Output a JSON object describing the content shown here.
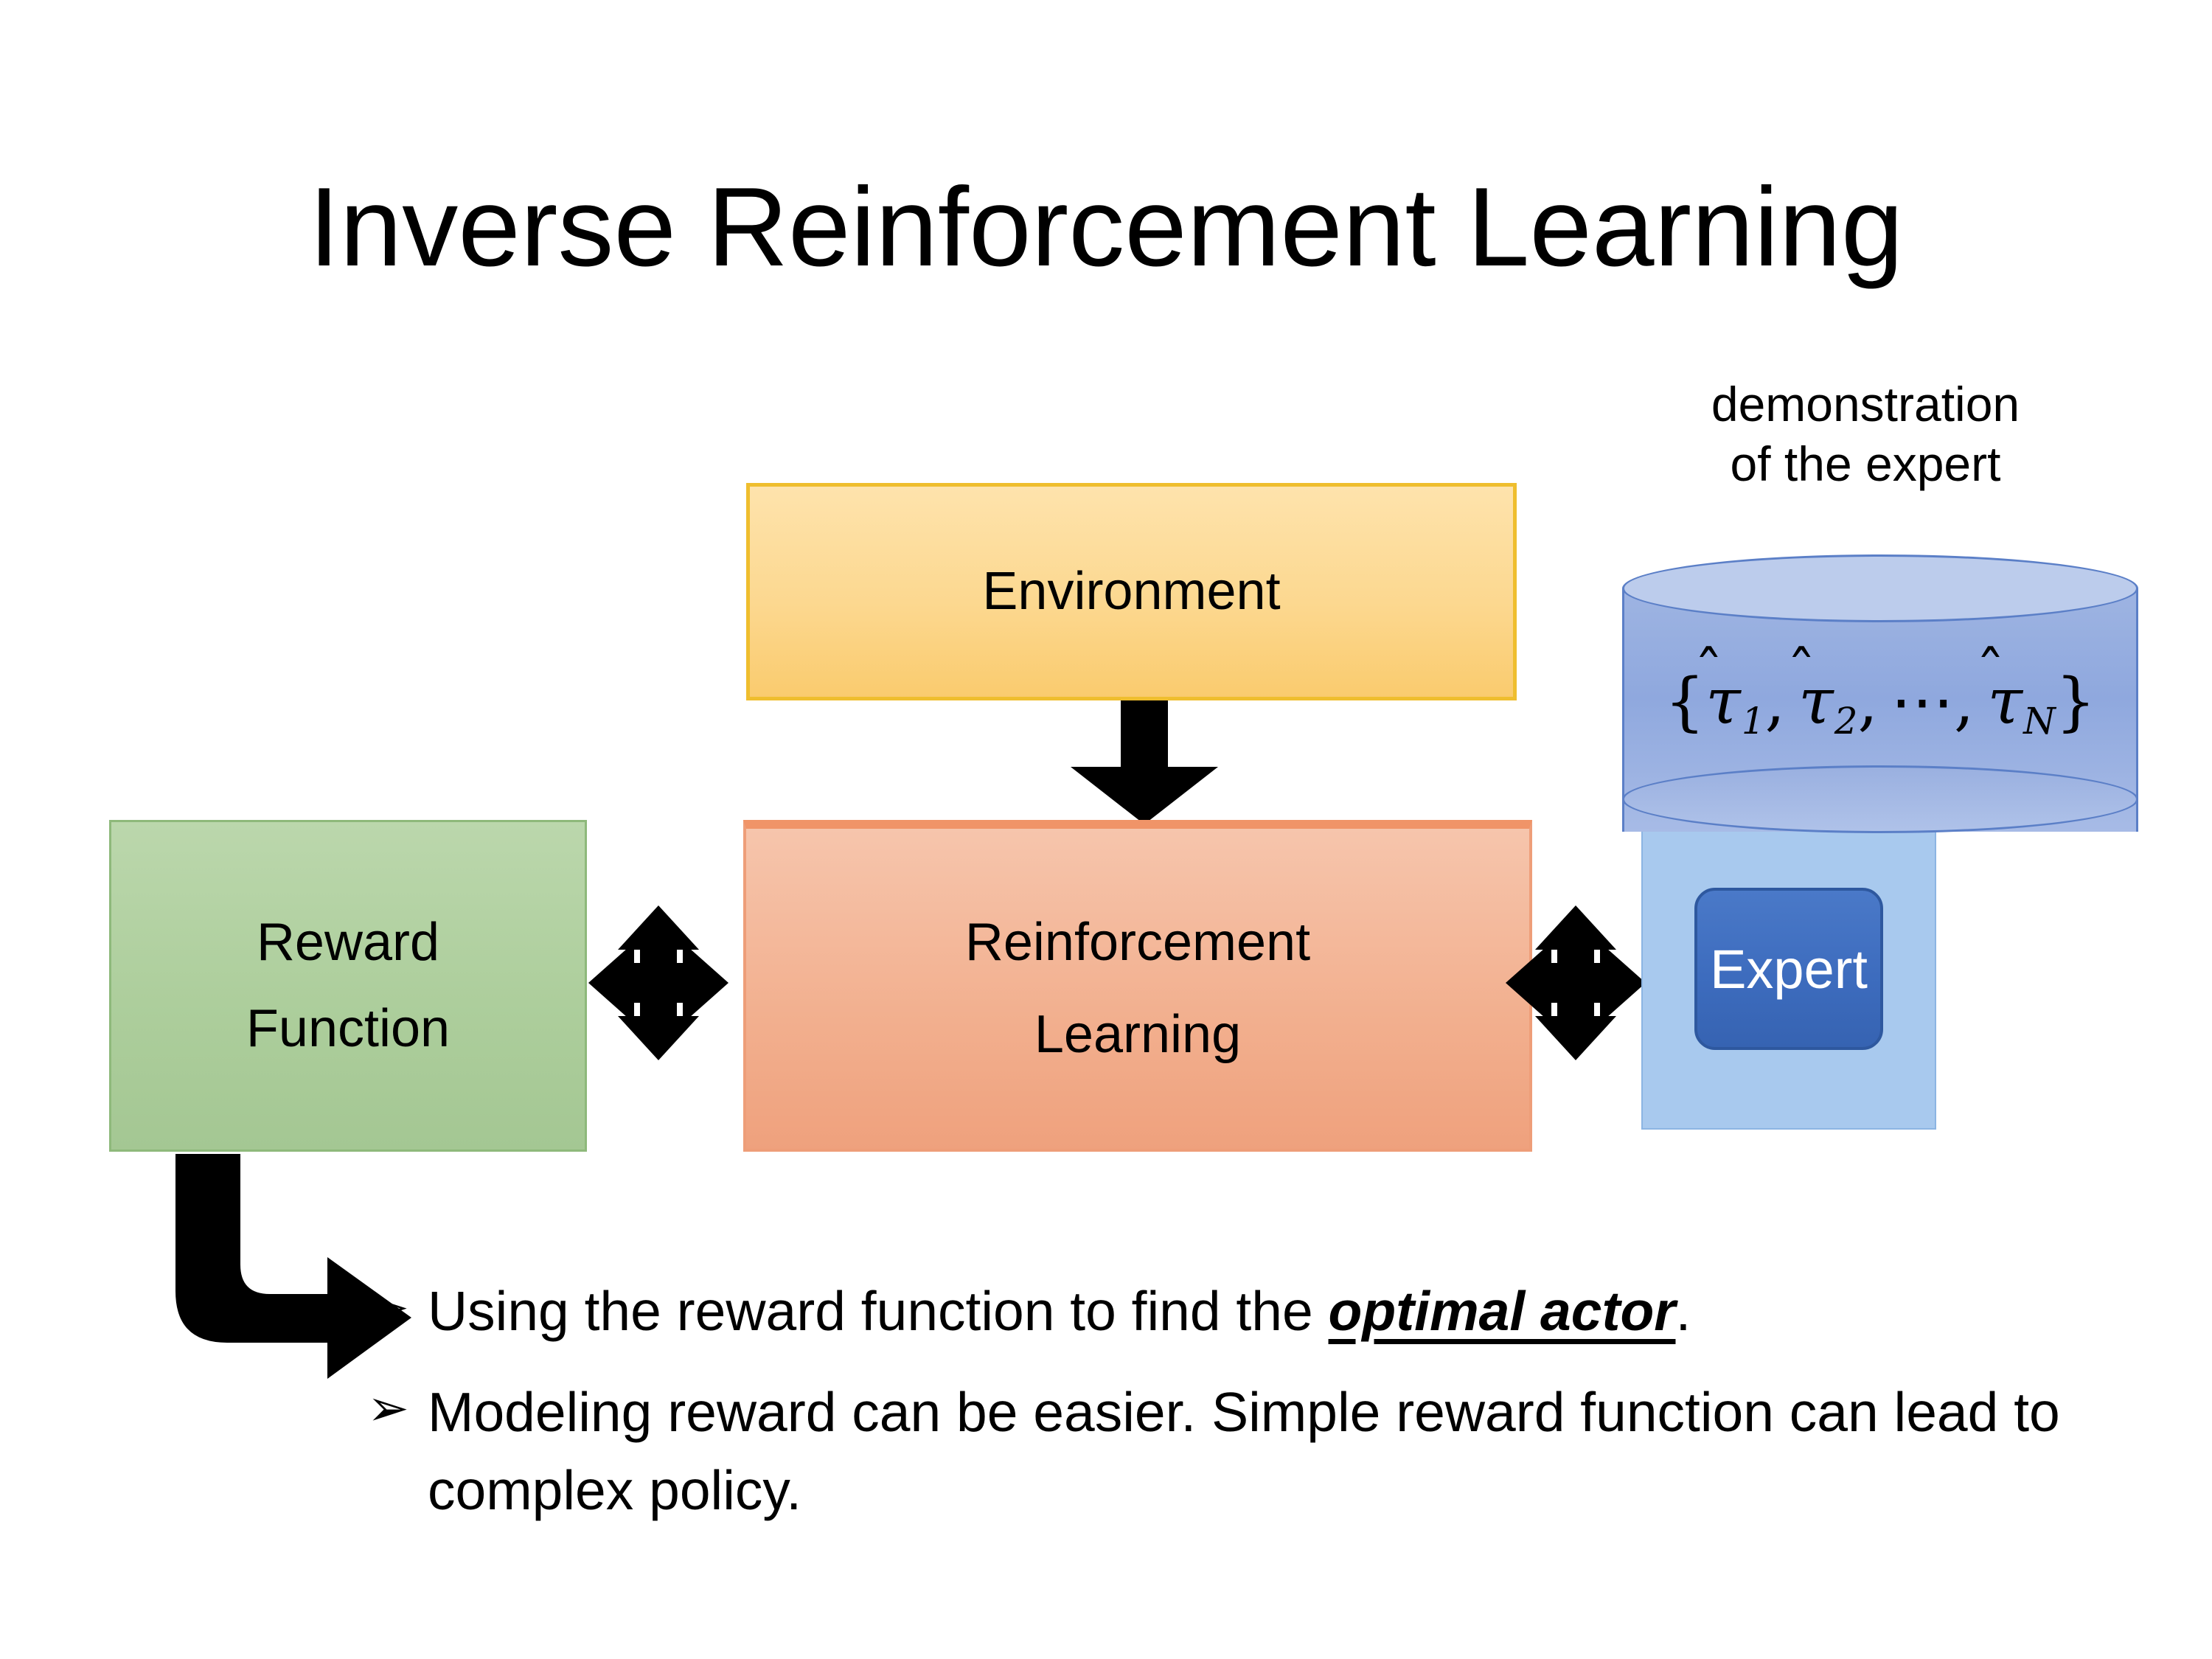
{
  "slide": {
    "title": "Inverse Reinforcement Learning",
    "background_color": "#FFFFFF"
  },
  "diagram": {
    "environment_box": {
      "label": "Environment",
      "fill_color": "#FCD890",
      "border_color": "#EFBE2E"
    },
    "reinforcement_learning_box": {
      "label_line1": "Reinforcement",
      "label_line2": "Learning",
      "fill_color": "#F2AF8E",
      "border_color": "#EE9E79"
    },
    "reward_function_box": {
      "label_line1": "Reward",
      "label_line2": "Function",
      "fill_color": "#ADCE9C",
      "border_color": "#8EB97B"
    },
    "demonstration": {
      "caption_line1": "demonstration",
      "caption_line2": "of the expert",
      "cylinder_fill_color": "#8FA8DE",
      "cylinder_border_color": "#5B7FC7",
      "set_open_brace": "{",
      "set_close_brace": "}",
      "tau_symbol": "τ",
      "hat_symbol": "̂",
      "item1_subscript": "1",
      "item2_subscript": "2",
      "ellipsis": "⋯",
      "itemN_subscript": "N",
      "comma": ","
    },
    "expert": {
      "label": "Expert",
      "panel_color": "#A8C9EE",
      "button_color": "#3D6CBE",
      "text_color": "#FFFFFF"
    },
    "arrows": {
      "env_to_rl": "down-arrow",
      "reward_rl_link": "four-way-double-arrow",
      "rl_expert_link": "four-way-double-arrow",
      "reward_to_bullet": "elbow-arrow",
      "color": "#000000"
    }
  },
  "bullets": {
    "marker": "➢",
    "items": [
      {
        "text_before": "Using the reward function to find the ",
        "emphasis": "optimal actor",
        "text_after": "."
      },
      {
        "text_before": "Modeling reward can be easier. Simple reward function can lead to complex policy.",
        "emphasis": "",
        "text_after": ""
      }
    ]
  }
}
